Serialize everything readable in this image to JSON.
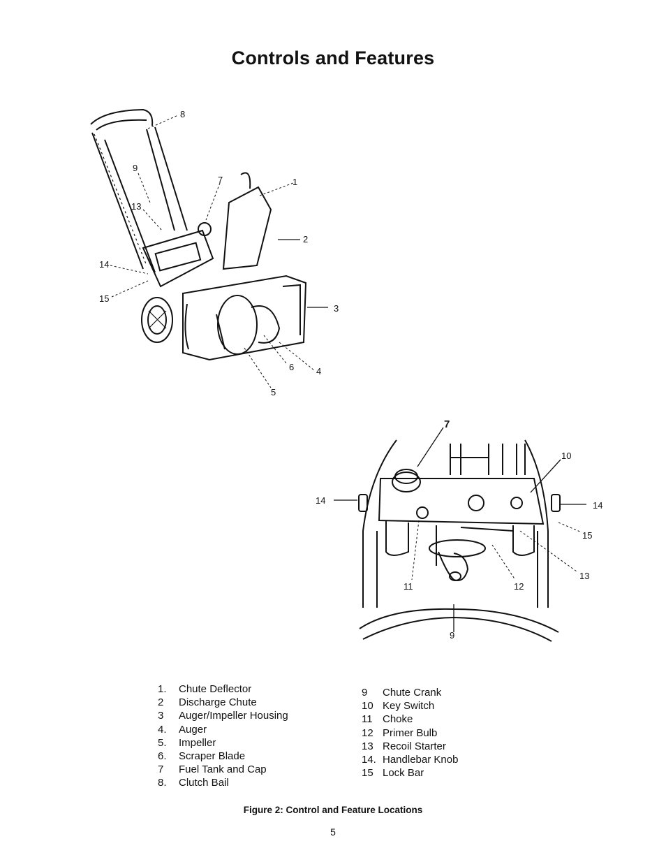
{
  "page": {
    "title": "Controls and Features",
    "caption": "Figure 2:  Control and Feature Locations",
    "page_number": "5"
  },
  "diagram_top": {
    "callouts": [
      "1",
      "2",
      "3",
      "4",
      "5",
      "6",
      "7",
      "8",
      "9",
      "13",
      "14",
      "15"
    ]
  },
  "diagram_bottom": {
    "callouts": [
      "7",
      "9",
      "10",
      "11",
      "12",
      "13",
      "14",
      "15"
    ]
  },
  "legend": {
    "left": [
      {
        "num": "1.",
        "label": "Chute Deflector"
      },
      {
        "num": "2",
        "label": "Discharge Chute"
      },
      {
        "num": "3",
        "label": "Auger/Impeller Housing"
      },
      {
        "num": "4.",
        "label": "Auger"
      },
      {
        "num": "5.",
        "label": "Impeller"
      },
      {
        "num": "6.",
        "label": "Scraper Blade"
      },
      {
        "num": "7",
        "label": "Fuel Tank and Cap"
      },
      {
        "num": "8.",
        "label": "Clutch Bail"
      }
    ],
    "right": [
      {
        "num": "9",
        "label": "Chute Crank"
      },
      {
        "num": "10",
        "label": "Key Switch"
      },
      {
        "num": "11",
        "label": "Choke"
      },
      {
        "num": "12",
        "label": "Primer Bulb"
      },
      {
        "num": "13",
        "label": "Recoil Starter"
      },
      {
        "num": "14.",
        "label": "Handlebar Knob"
      },
      {
        "num": "15",
        "label": "Lock Bar"
      }
    ]
  }
}
